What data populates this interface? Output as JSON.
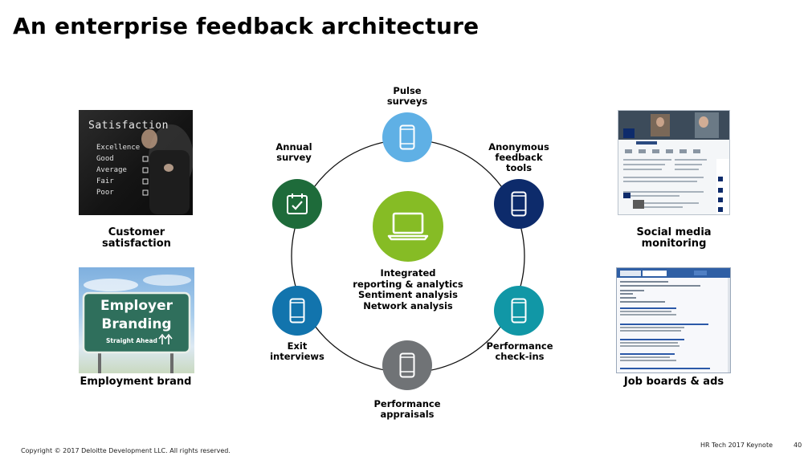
{
  "title": "An enterprise feedback architecture",
  "center": {
    "lines": [
      "Integrated",
      "reporting & analytics",
      "Sentiment analysis",
      "Network analysis"
    ]
  },
  "nodes": {
    "pulse": "Pulse\nsurveys",
    "anonymous": "Anonymous\nfeedback\ntools",
    "annual": "Annual\nsurvey",
    "exit": "Exit\ninterviews",
    "performance_checkins": "Performance\ncheck-ins",
    "appraisals": "Performance\nappraisals"
  },
  "sides": {
    "customer": "Customer\nsatisfaction",
    "employment": "Employment brand",
    "social": "Social media\nmonitoring",
    "jobboards": "Job boards & ads"
  },
  "images": {
    "satisfaction": {
      "heading": "Satisfaction",
      "items": [
        "Excellence",
        "Good",
        "Average",
        "Fair",
        "Poor"
      ]
    },
    "employer": {
      "line1": "Employer",
      "line2": "Branding",
      "line3": "Straight Ahead"
    }
  },
  "colors": {
    "pulse": "#5fb0e5",
    "anonymous": "#0d2b6b",
    "annual": "#1e6b3a",
    "exit": "#1274ad",
    "performance_checkins": "#1197a6",
    "appraisals": "#707376",
    "center": "#86bc25"
  },
  "footer": {
    "copyright": "Copyright © 2017 Deloitte Development LLC. All rights reserved.",
    "event": "HR Tech 2017 Keynote",
    "page": "40"
  }
}
